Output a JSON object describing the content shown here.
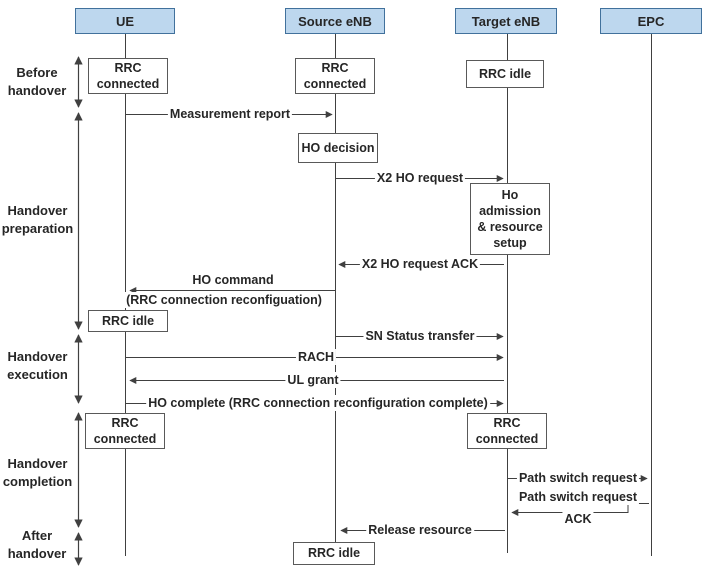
{
  "colors": {
    "header_fill": "#BDD7EE",
    "header_border": "#41719C",
    "line": "#404040",
    "box_border": "#595959",
    "text": "#262626"
  },
  "actors": [
    {
      "id": "ue",
      "label": "UE"
    },
    {
      "id": "source-enb",
      "label": "Source eNB"
    },
    {
      "id": "target-enb",
      "label": "Target eNB"
    },
    {
      "id": "epc",
      "label": "EPC"
    }
  ],
  "phases": [
    {
      "label": "Before\nhandover"
    },
    {
      "label": "Handover\npreparation"
    },
    {
      "label": "Handover\nexecution"
    },
    {
      "label": "Handover\ncompletion"
    },
    {
      "label": "After\nhandover"
    }
  ],
  "states": [
    {
      "on": "ue",
      "label": "RRC\nconnected"
    },
    {
      "on": "source-enb",
      "label": "RRC\nconnected"
    },
    {
      "on": "target-enb",
      "label": "RRC idle"
    },
    {
      "on": "source-enb",
      "label": "HO decision"
    },
    {
      "on": "target-enb",
      "label": "Ho\nadmission\n& resource\nsetup"
    },
    {
      "on": "ue",
      "label": "RRC idle"
    },
    {
      "on": "ue",
      "label": "RRC\nconnected"
    },
    {
      "on": "target-enb",
      "label": "RRC\nconnected"
    },
    {
      "on": "source-enb",
      "label": "RRC idle"
    }
  ],
  "messages": [
    {
      "from": "ue",
      "to": "source-enb",
      "label": "Measurement report"
    },
    {
      "from": "source-enb",
      "to": "target-enb",
      "label": "X2 HO request"
    },
    {
      "from": "target-enb",
      "to": "source-enb",
      "label": "X2 HO request ACK"
    },
    {
      "from": "source-enb",
      "to": "ue",
      "label": "HO command"
    },
    {
      "from": "source-enb",
      "to": "ue",
      "label": "(RRC connection reconfiguation)"
    },
    {
      "from": "source-enb",
      "to": "target-enb",
      "label": "SN Status transfer"
    },
    {
      "from": "ue",
      "to": "target-enb",
      "label": "RACH"
    },
    {
      "from": "target-enb",
      "to": "ue",
      "label": "UL grant"
    },
    {
      "from": "ue",
      "to": "target-enb",
      "label": "HO complete (RRC connection reconfiguration complete)"
    },
    {
      "from": "target-enb",
      "to": "epc",
      "label": "Path switch request"
    },
    {
      "from": "epc",
      "to": "target-enb",
      "label": "Path switch request"
    },
    {
      "from": "epc",
      "to": "target-enb",
      "label": "ACK"
    },
    {
      "from": "target-enb",
      "to": "source-enb",
      "label": "Release resource"
    }
  ]
}
